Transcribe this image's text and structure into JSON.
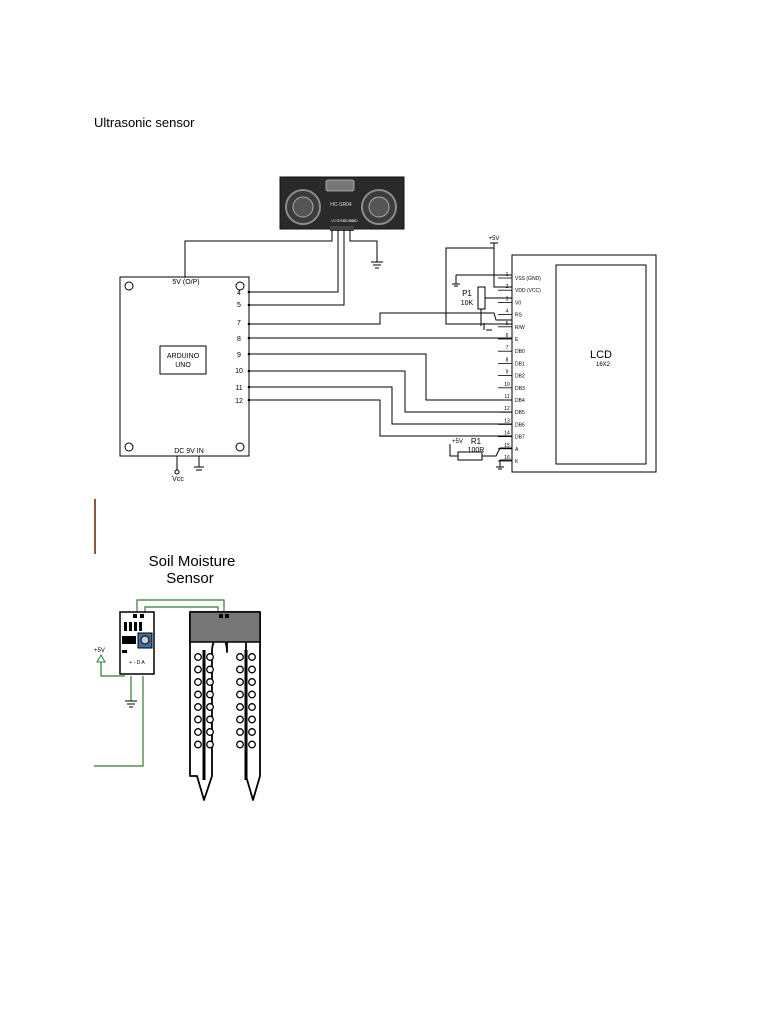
{
  "document": {
    "heading": "Ultrasonic sensor"
  },
  "ultrasonic_module": {
    "label": "HC-SR04",
    "pin_labels": [
      "VCC",
      "TRIG",
      "ECHO",
      "GND"
    ]
  },
  "arduino": {
    "label_line1": "ARDUINO",
    "label_line2": "UNO",
    "top_pin": "5V (O/P)",
    "bottom_pin": "DC 9V IN",
    "vcc_label": "Vcc",
    "pins": [
      "4",
      "5",
      "7",
      "8",
      "9",
      "10",
      "11",
      "12"
    ]
  },
  "potentiometer": {
    "name": "P1",
    "value": "10K"
  },
  "resistor": {
    "name": "R1",
    "value": "100R"
  },
  "supply_labels": {
    "plus5v_top": "+5V",
    "plus5v_r1": "+5V",
    "plus5v_soil": "+5V"
  },
  "lcd": {
    "title": "LCD",
    "subtitle": "16X2",
    "pins": [
      {
        "num": "1",
        "name": "VSS (GND)"
      },
      {
        "num": "2",
        "name": "VDD (VCC)"
      },
      {
        "num": "3",
        "name": "V0"
      },
      {
        "num": "4",
        "name": "RS"
      },
      {
        "num": "5",
        "name": "R/W"
      },
      {
        "num": "6",
        "name": "E"
      },
      {
        "num": "7",
        "name": "DB0"
      },
      {
        "num": "8",
        "name": "DB1"
      },
      {
        "num": "9",
        "name": "DB2"
      },
      {
        "num": "10",
        "name": "DB3"
      },
      {
        "num": "11",
        "name": "DB4"
      },
      {
        "num": "12",
        "name": "DB5"
      },
      {
        "num": "13",
        "name": "DB6"
      },
      {
        "num": "14",
        "name": "DB7"
      },
      {
        "num": "15",
        "name": "A"
      },
      {
        "num": "16",
        "name": "K"
      }
    ]
  },
  "soil": {
    "title_line1": "Soil Moisture",
    "title_line2": "Sensor",
    "module_pins": "+ - D A"
  }
}
